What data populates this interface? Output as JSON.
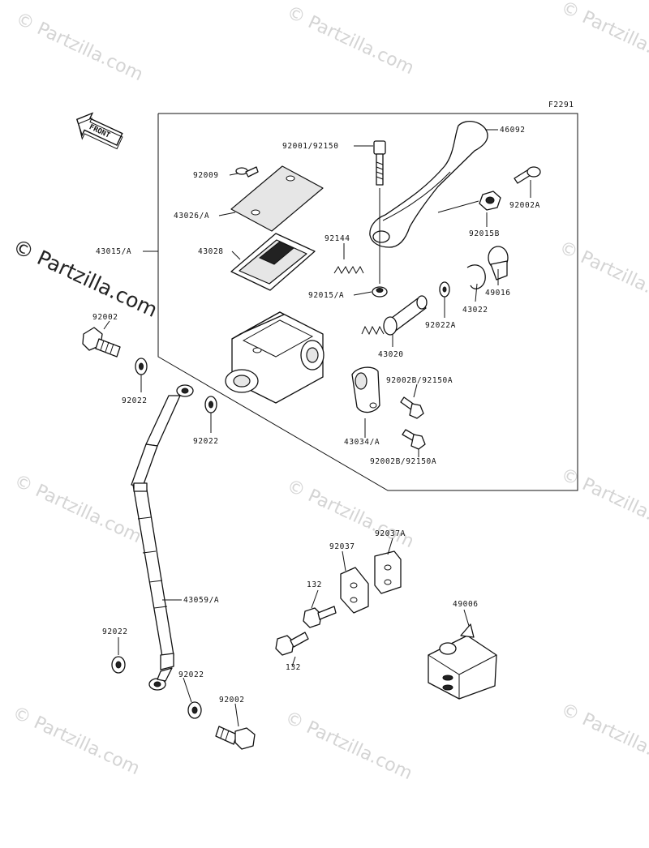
{
  "diagram": {
    "figure_code": "F2291",
    "front_label": "FRONT",
    "parts": {
      "p46092": "46092",
      "p92001": "92001/92150",
      "p92002A": "92002A",
      "p92009": "92009",
      "p43026": "43026/A",
      "p92015B": "92015B",
      "p92144": "92144",
      "p43028": "43028",
      "p43015": "43015/A",
      "p92015A": "92015/A",
      "p49016": "49016",
      "p43022": "43022",
      "p92022A": "92022A",
      "p43020": "43020",
      "p92002_top": "92002",
      "p92022_1": "92022",
      "p92022_2": "92022",
      "p92002B_1": "92002B/92150A",
      "p43034": "43034/A",
      "p92002B_2": "92002B/92150A",
      "p92037": "92037",
      "p92037A": "92037A",
      "p132_1": "132",
      "p132_2": "132",
      "p43059": "43059/A",
      "p49006": "49006",
      "p92022_3": "92022",
      "p92022_4": "92022",
      "p92002_bottom": "92002"
    }
  },
  "watermarks": {
    "small": "© Partzilla.com",
    "large": "© Partzilla.com"
  }
}
